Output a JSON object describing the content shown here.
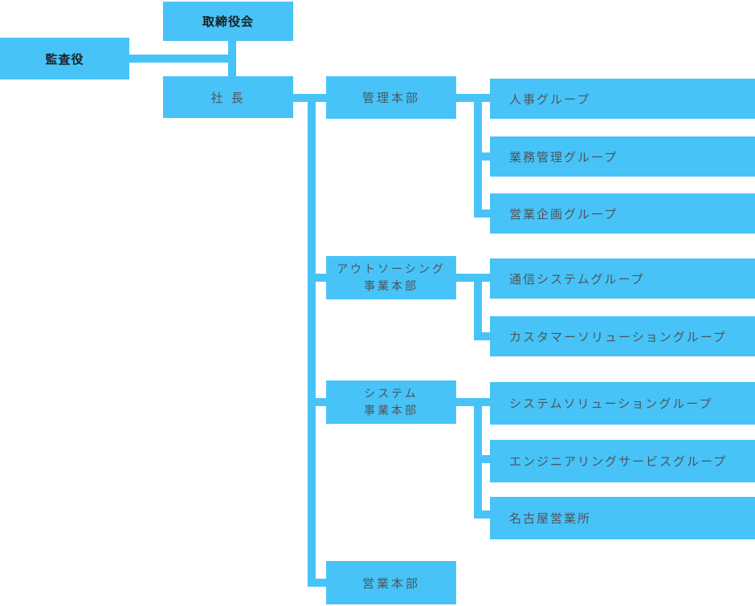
{
  "org_chart": {
    "colors": {
      "box_blue": "#47C3F7",
      "label_gray": "#4E555C",
      "label_dark": "#1C1E21",
      "background": "#FFFFFF"
    },
    "nodes": {
      "board": {
        "label": "取締役会"
      },
      "auditor": {
        "label": "監査役"
      },
      "president": {
        "label": "社 長"
      },
      "admin_hq": {
        "label": "管理本部"
      },
      "hr_group": {
        "label": "人事グループ"
      },
      "biz_admin_group": {
        "label": "業務管理グループ"
      },
      "sales_planning_group": {
        "label": "営業企画グループ"
      },
      "outsourcing_hq": {
        "line1": "アウトソーシング",
        "line2": "事業本部"
      },
      "comm_systems_group": {
        "label": "通信システムグループ"
      },
      "customer_solutions_group": {
        "label": "カスタマーソリューショングループ"
      },
      "systems_hq": {
        "line1": "システム",
        "line2": "事業本部"
      },
      "system_solutions_group": {
        "label": "システムソリューショングループ"
      },
      "engineering_services_group": {
        "label": "エンジニアリングサービスグループ"
      },
      "nagoya_office": {
        "label": "名古屋営業所"
      },
      "sales_hq": {
        "label": "営業本部"
      }
    }
  }
}
